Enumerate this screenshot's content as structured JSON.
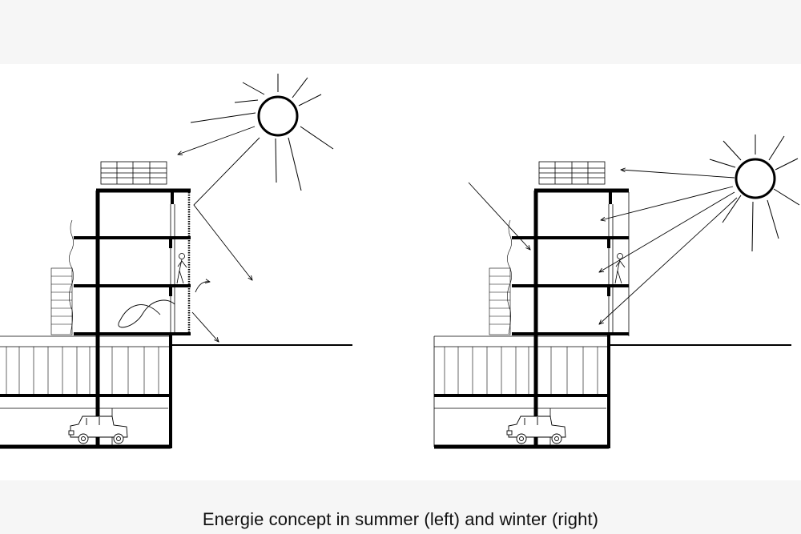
{
  "caption": "Energie concept in summer (left) and winter (right)",
  "colors": {
    "background": "#f6f6f6",
    "drawing_bg": "#ffffff",
    "ink": "#000000",
    "thin_line": "#333333"
  },
  "panels": [
    {
      "season": "summer",
      "icons": [
        "sun-icon",
        "solar-panel-icon",
        "person-icon",
        "car-icon"
      ]
    },
    {
      "season": "winter",
      "icons": [
        "sun-icon",
        "solar-panel-icon",
        "person-icon",
        "car-icon"
      ]
    }
  ]
}
